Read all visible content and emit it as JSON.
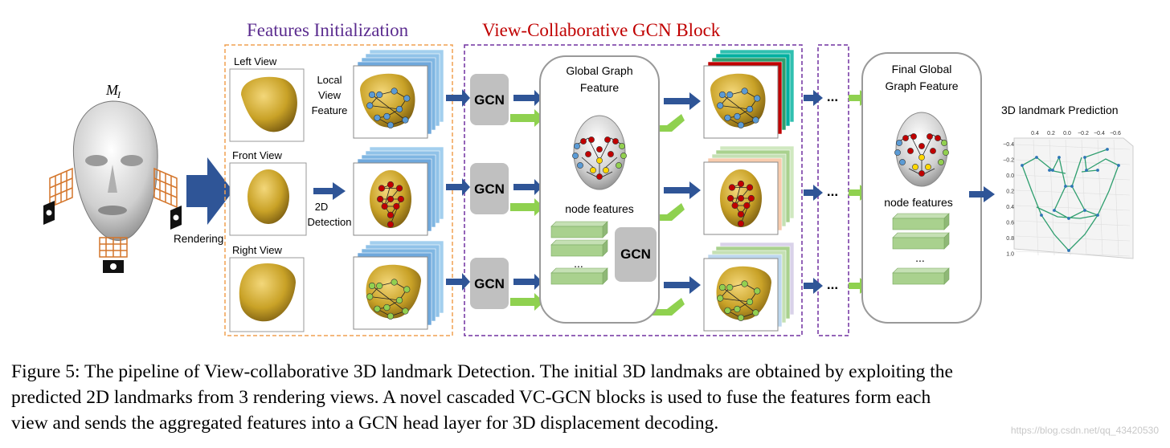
{
  "figure": {
    "model_label": "M",
    "model_label_sub": "I",
    "rendering_label": "Rendering",
    "sections": {
      "features_init": "Features Initialization",
      "vc_gcn_block": "View-Collaborative GCN Block"
    },
    "views": {
      "left": "Left View",
      "front": "Front View",
      "right": "Right View"
    },
    "local_view_feature": [
      "Local",
      "View",
      "Feature"
    ],
    "detection_2d": [
      "2D",
      "Detection"
    ],
    "gcn": "GCN",
    "global_graph_feature": [
      "Global Graph",
      "Feature"
    ],
    "node_features": "node features",
    "ellipsis": "...",
    "final_global_graph_feature": [
      "Final Global",
      "Graph Feature"
    ],
    "prediction_title": "3D landmark Prediction",
    "axis_top_ticks": [
      "0.4",
      "0.2",
      "0.0",
      "−0.2",
      "−0.4",
      "−0.6"
    ],
    "axis_left_ticks": [
      "−0.4",
      "−0.2",
      "0.0",
      "0.2",
      "0.4",
      "0.6",
      "0.8",
      "1.0"
    ]
  },
  "caption": {
    "lines": [
      "Figure 5: The pipeline of View-collaborative 3D landmark Detection. The initial 3D landmaks are obtained by exploiting the",
      "predicted 2D landmarks from 3 rendering views.  A novel cascaded VC-GCN blocks is used to fuse the features form each",
      "view and sends the aggregated features into a GCN head layer for 3D displacement decoding."
    ]
  },
  "watermark": "https://blog.csdn.net/qq_43420530",
  "colors": {
    "blue_arrow": "#2f5597",
    "green_arrow": "#8fd14f",
    "gcn_box": "#c0c0c0",
    "face_gold": "#c9a227",
    "orange_dash": "#f0a050",
    "purple_dash": "#7030a0",
    "section1_title": "#5b2c8f",
    "section2_title": "#c00000",
    "landmark_blue": "#5b9bd5",
    "landmark_red": "#c00000",
    "landmark_green": "#92d050",
    "feature_blue": "#5b9bd5",
    "feature_slab": "#a9d18e",
    "plot_line": "#2e9e6e"
  }
}
